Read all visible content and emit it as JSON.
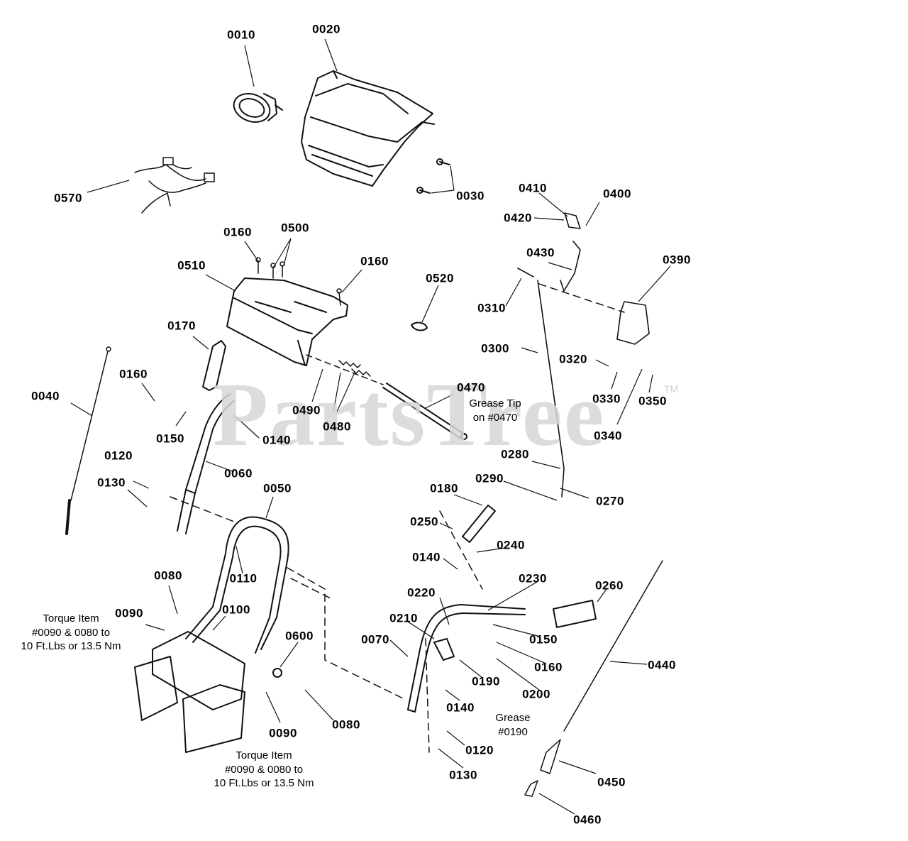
{
  "watermark": {
    "text": "PartsTree",
    "tm": "TM"
  },
  "callouts": [
    {
      "id": "c0010",
      "label": "0010"
    },
    {
      "id": "c0020",
      "label": "0020"
    },
    {
      "id": "c0030",
      "label": "0030"
    },
    {
      "id": "c0570",
      "label": "0570"
    },
    {
      "id": "c0410",
      "label": "0410"
    },
    {
      "id": "c0400",
      "label": "0400"
    },
    {
      "id": "c0420",
      "label": "0420"
    },
    {
      "id": "c0160a",
      "label": "0160"
    },
    {
      "id": "c0500",
      "label": "0500"
    },
    {
      "id": "c0510",
      "label": "0510"
    },
    {
      "id": "c0160b",
      "label": "0160"
    },
    {
      "id": "c0520",
      "label": "0520"
    },
    {
      "id": "c0430",
      "label": "0430"
    },
    {
      "id": "c0390",
      "label": "0390"
    },
    {
      "id": "c0310",
      "label": "0310"
    },
    {
      "id": "c0170",
      "label": "0170"
    },
    {
      "id": "c0300",
      "label": "0300"
    },
    {
      "id": "c0320",
      "label": "0320"
    },
    {
      "id": "c0160c",
      "label": "0160"
    },
    {
      "id": "c0040",
      "label": "0040"
    },
    {
      "id": "c0470",
      "label": "0470"
    },
    {
      "id": "c0330",
      "label": "0330"
    },
    {
      "id": "c0350",
      "label": "0350"
    },
    {
      "id": "c0490",
      "label": "0490"
    },
    {
      "id": "c0480",
      "label": "0480"
    },
    {
      "id": "c0150a",
      "label": "0150"
    },
    {
      "id": "c0140a",
      "label": "0140"
    },
    {
      "id": "c0340",
      "label": "0340"
    },
    {
      "id": "c0120a",
      "label": "0120"
    },
    {
      "id": "c0280",
      "label": "0280"
    },
    {
      "id": "c0060",
      "label": "0060"
    },
    {
      "id": "c0130a",
      "label": "0130"
    },
    {
      "id": "c0290",
      "label": "0290"
    },
    {
      "id": "c0050",
      "label": "0050"
    },
    {
      "id": "c0180",
      "label": "0180"
    },
    {
      "id": "c0270",
      "label": "0270"
    },
    {
      "id": "c0250",
      "label": "0250"
    },
    {
      "id": "c0240",
      "label": "0240"
    },
    {
      "id": "c0140b",
      "label": "0140"
    },
    {
      "id": "c0080a",
      "label": "0080"
    },
    {
      "id": "c0110",
      "label": "0110"
    },
    {
      "id": "c0230",
      "label": "0230"
    },
    {
      "id": "c0260",
      "label": "0260"
    },
    {
      "id": "c0220",
      "label": "0220"
    },
    {
      "id": "c0090a",
      "label": "0090"
    },
    {
      "id": "c0100",
      "label": "0100"
    },
    {
      "id": "c0210",
      "label": "0210"
    },
    {
      "id": "c0150b",
      "label": "0150"
    },
    {
      "id": "c0600",
      "label": "0600"
    },
    {
      "id": "c0070",
      "label": "0070"
    },
    {
      "id": "c0160d",
      "label": "0160"
    },
    {
      "id": "c0440",
      "label": "0440"
    },
    {
      "id": "c0190",
      "label": "0190"
    },
    {
      "id": "c0200",
      "label": "0200"
    },
    {
      "id": "c0140c",
      "label": "0140"
    },
    {
      "id": "c0090b",
      "label": "0090"
    },
    {
      "id": "c0080b",
      "label": "0080"
    },
    {
      "id": "c0120b",
      "label": "0120"
    },
    {
      "id": "c0130b",
      "label": "0130"
    },
    {
      "id": "c0450",
      "label": "0450"
    },
    {
      "id": "c0460",
      "label": "0460"
    }
  ],
  "notes": {
    "grease_tip": [
      "Grease Tip",
      "on #0470"
    ],
    "torque_left": [
      "Torque Item",
      "#0090 & 0080 to",
      "10 Ft.Lbs or 13.5 Nm"
    ],
    "torque_bottom": [
      "Torque Item",
      "#0090 & 0080 to",
      "10 Ft.Lbs or 13.5 Nm"
    ],
    "grease_0190": [
      "Grease",
      "#0190"
    ]
  }
}
